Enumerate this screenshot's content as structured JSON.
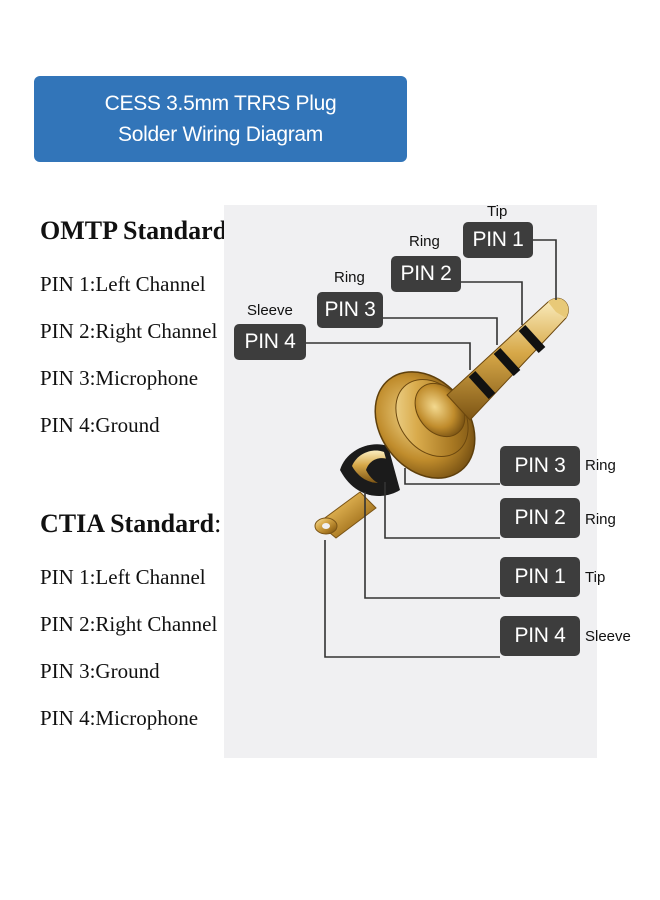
{
  "header": {
    "line1": "CESS 3.5mm TRRS Plug",
    "line2": "Solder Wiring Diagram"
  },
  "omtp": {
    "title": "OMTP Standard",
    "colon": ":",
    "pins": [
      "PIN 1:Left Channel",
      "PIN 2:Right Channel",
      "PIN 3:Microphone",
      "PIN 4:Ground"
    ]
  },
  "ctia": {
    "title": "CTIA Standard",
    "colon": ":",
    "pins": [
      "PIN 1:Left Channel",
      "PIN 2:Right Channel",
      "PIN 3:Ground",
      "PIN 4:Microphone"
    ]
  },
  "diagram": {
    "top_pins": [
      {
        "label": "PIN 1",
        "name": "Tip"
      },
      {
        "label": "PIN 2",
        "name": "Ring"
      },
      {
        "label": "PIN 3",
        "name": "Ring"
      },
      {
        "label": "PIN 4",
        "name": "Sleeve"
      }
    ],
    "bottom_pins": [
      {
        "label": "PIN 3",
        "name": "Ring"
      },
      {
        "label": "PIN 2",
        "name": "Ring"
      },
      {
        "label": "PIN 1",
        "name": "Tip"
      },
      {
        "label": "PIN 4",
        "name": "Sleeve"
      }
    ]
  },
  "colors": {
    "banner": "#3275b9",
    "pin_box": "#3d3d3d",
    "gold": "#c99a3a"
  }
}
